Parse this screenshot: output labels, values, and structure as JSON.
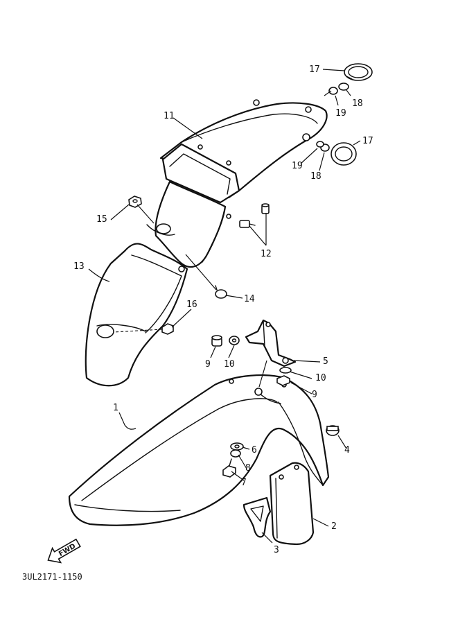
{
  "callouts": [
    {
      "id": "1",
      "text": "1"
    },
    {
      "id": "2",
      "text": "2"
    },
    {
      "id": "3",
      "text": "3"
    },
    {
      "id": "4",
      "text": "4"
    },
    {
      "id": "5",
      "text": "5"
    },
    {
      "id": "6",
      "text": "6"
    },
    {
      "id": "7",
      "text": "7"
    },
    {
      "id": "8",
      "text": "8"
    },
    {
      "id": "9a",
      "text": "9"
    },
    {
      "id": "9b",
      "text": "9"
    },
    {
      "id": "10a",
      "text": "10"
    },
    {
      "id": "10b",
      "text": "10"
    },
    {
      "id": "11",
      "text": "11"
    },
    {
      "id": "12",
      "text": "12"
    },
    {
      "id": "13",
      "text": "13"
    },
    {
      "id": "14",
      "text": "14"
    },
    {
      "id": "15",
      "text": "15"
    },
    {
      "id": "16",
      "text": "16"
    },
    {
      "id": "17a",
      "text": "17"
    },
    {
      "id": "17b",
      "text": "17"
    },
    {
      "id": "18a",
      "text": "18"
    },
    {
      "id": "18b",
      "text": "18"
    },
    {
      "id": "19a",
      "text": "19"
    },
    {
      "id": "19b",
      "text": "19"
    }
  ],
  "fwd_label": "FWD",
  "diagram_code": "3UL2171-1150"
}
